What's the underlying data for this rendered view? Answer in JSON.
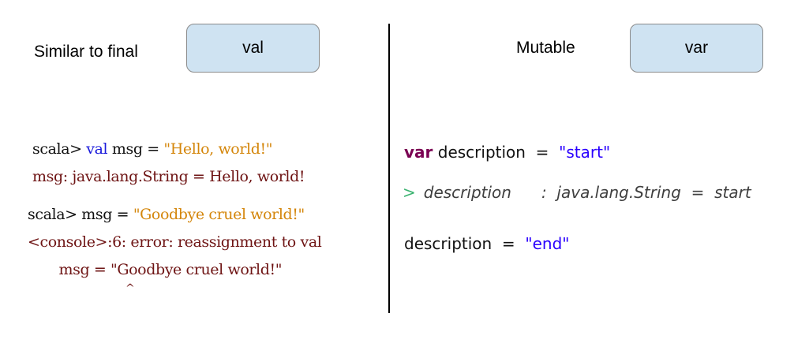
{
  "left": {
    "caption": "Similar to final",
    "keyword_box": "val",
    "repl": {
      "line1": {
        "prompt": "scala> ",
        "keyword": "val",
        "rest": " msg = ",
        "string": "\"Hello, world!\""
      },
      "line2": "msg: java.lang.String = Hello, world!",
      "line3": {
        "prompt": "scala> msg = ",
        "string": "\"Goodbye cruel world!\""
      },
      "line4": "<console>:6: error: reassignment to val",
      "line5": "       msg = \"Goodbye cruel world!\"",
      "line6": "           ^"
    }
  },
  "right": {
    "caption": "Mutable",
    "keyword_box": "var",
    "code": {
      "line1": {
        "keyword": "var",
        "rest": " description  =  ",
        "string": "\"start\""
      },
      "line2": {
        "prompt": ">",
        "name": "description",
        "type": ":  java.lang.String  =  start"
      },
      "line3": {
        "rest": "description  =  ",
        "string": "\"end\""
      }
    }
  },
  "colors": {
    "box_fill": "#cfe3f2",
    "scala_keyword": "#1a1adb",
    "scala_string": "#d4860b",
    "scala_output": "#6e1414",
    "var_keyword": "#7a0052",
    "var_string": "#2a00ff",
    "prompt": "#3cb371"
  }
}
